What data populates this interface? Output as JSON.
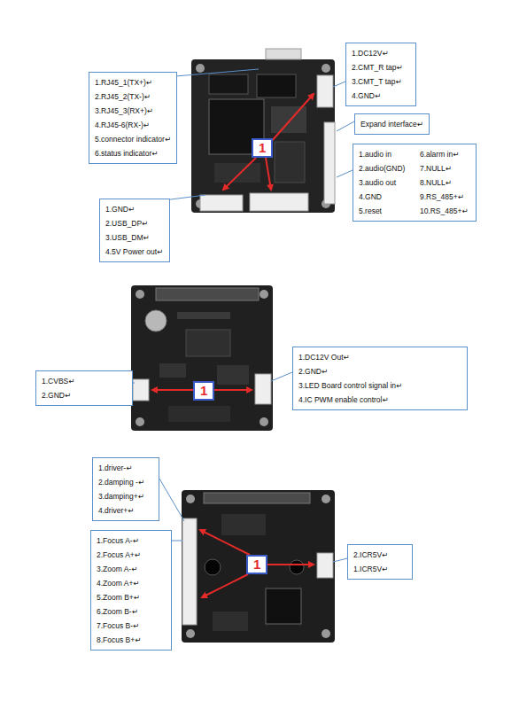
{
  "diagram": {
    "nodes": [
      {
        "text": [
          "1.RJ45_1(TX+)↵",
          "2.RJ45_2(TX-)↵",
          "3.RJ45_3(RX+)↵",
          "4.RJ45-6(RX-)↵",
          "5.connector indicator↵",
          "6.status indicator↵"
        ]
      },
      {
        "text": [
          "1.DC12V↵",
          "2.CMT_R tap↵",
          "3.CMT_T tap↵",
          "4.GND↵"
        ]
      },
      {
        "text": [
          "Expand interface↵"
        ]
      },
      {
        "text": [
          "1"
        ]
      },
      {
        "text": [
          "1.audio in",
          "6.alarm in↵",
          "2.audio(GND)",
          "7.NULL↵",
          "3.audio out",
          "8.NULL↵",
          "4.GND",
          "9.RS_485+↵",
          "5.reset",
          "10.RS_485+↵"
        ]
      },
      {
        "text": [
          "1.GND↵",
          "2.USB_DP↵",
          "3.USB_DM↵",
          "4.5V Power out↵"
        ]
      },
      {
        "text": [
          "1.CVBS↵",
          "2.GND↵"
        ]
      },
      {
        "text": [
          "1"
        ]
      },
      {
        "text": [
          "1.DC12V Out↵",
          "2.GND↵",
          "3.LED Board control signal in↵",
          "4.IC PWM enable control↵"
        ]
      },
      {
        "text": [
          "1.driver-↵",
          "2.damping -↵",
          "3.damping+↵",
          "4.driver+↵"
        ]
      },
      {
        "text": [
          "1.Focus A-↵",
          "2.Focus A+↵",
          "3.Zoom A-↵",
          "4.Zoom A+↵",
          "5.Zoom B+↵",
          "6.Zoom B-↵",
          "7.Focus B-↵",
          "8.Focus B+↵"
        ]
      },
      {
        "text": [
          "1"
        ]
      },
      {
        "text": [
          "2.ICR5V↵",
          "1.ICR5V↵"
        ]
      }
    ]
  }
}
